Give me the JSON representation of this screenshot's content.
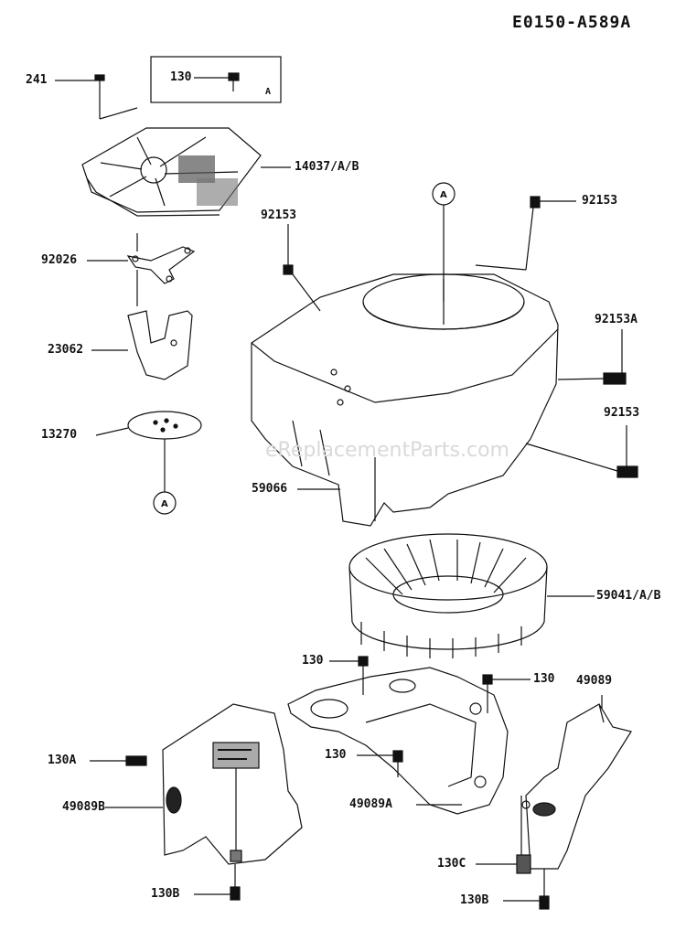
{
  "diagram_code": "E0150-A589A",
  "watermark": "eReplacementParts.com",
  "callout_ref": "A",
  "inset": {
    "part": "130",
    "ref": "A"
  },
  "labels": {
    "p241": "241",
    "p14037": "14037/A/B",
    "p92026": "92026",
    "p23062": "23062",
    "p13270": "13270",
    "p92153_left": "92153",
    "p92153_top": "92153",
    "p92153A": "92153A",
    "p92153_right": "92153",
    "p59066": "59066",
    "p59041": "59041/A/B",
    "p130_mid": "130",
    "p130_right": "130",
    "p49089": "49089",
    "p130A": "130A",
    "p49089B": "49089B",
    "p130_lower": "130",
    "p49089A": "49089A",
    "p130C": "130C",
    "p130B_left": "130B",
    "p130B_right": "130B"
  },
  "colors": {
    "ink": "#111111",
    "paper": "#ffffff",
    "watermark": "#d9d9d9"
  }
}
